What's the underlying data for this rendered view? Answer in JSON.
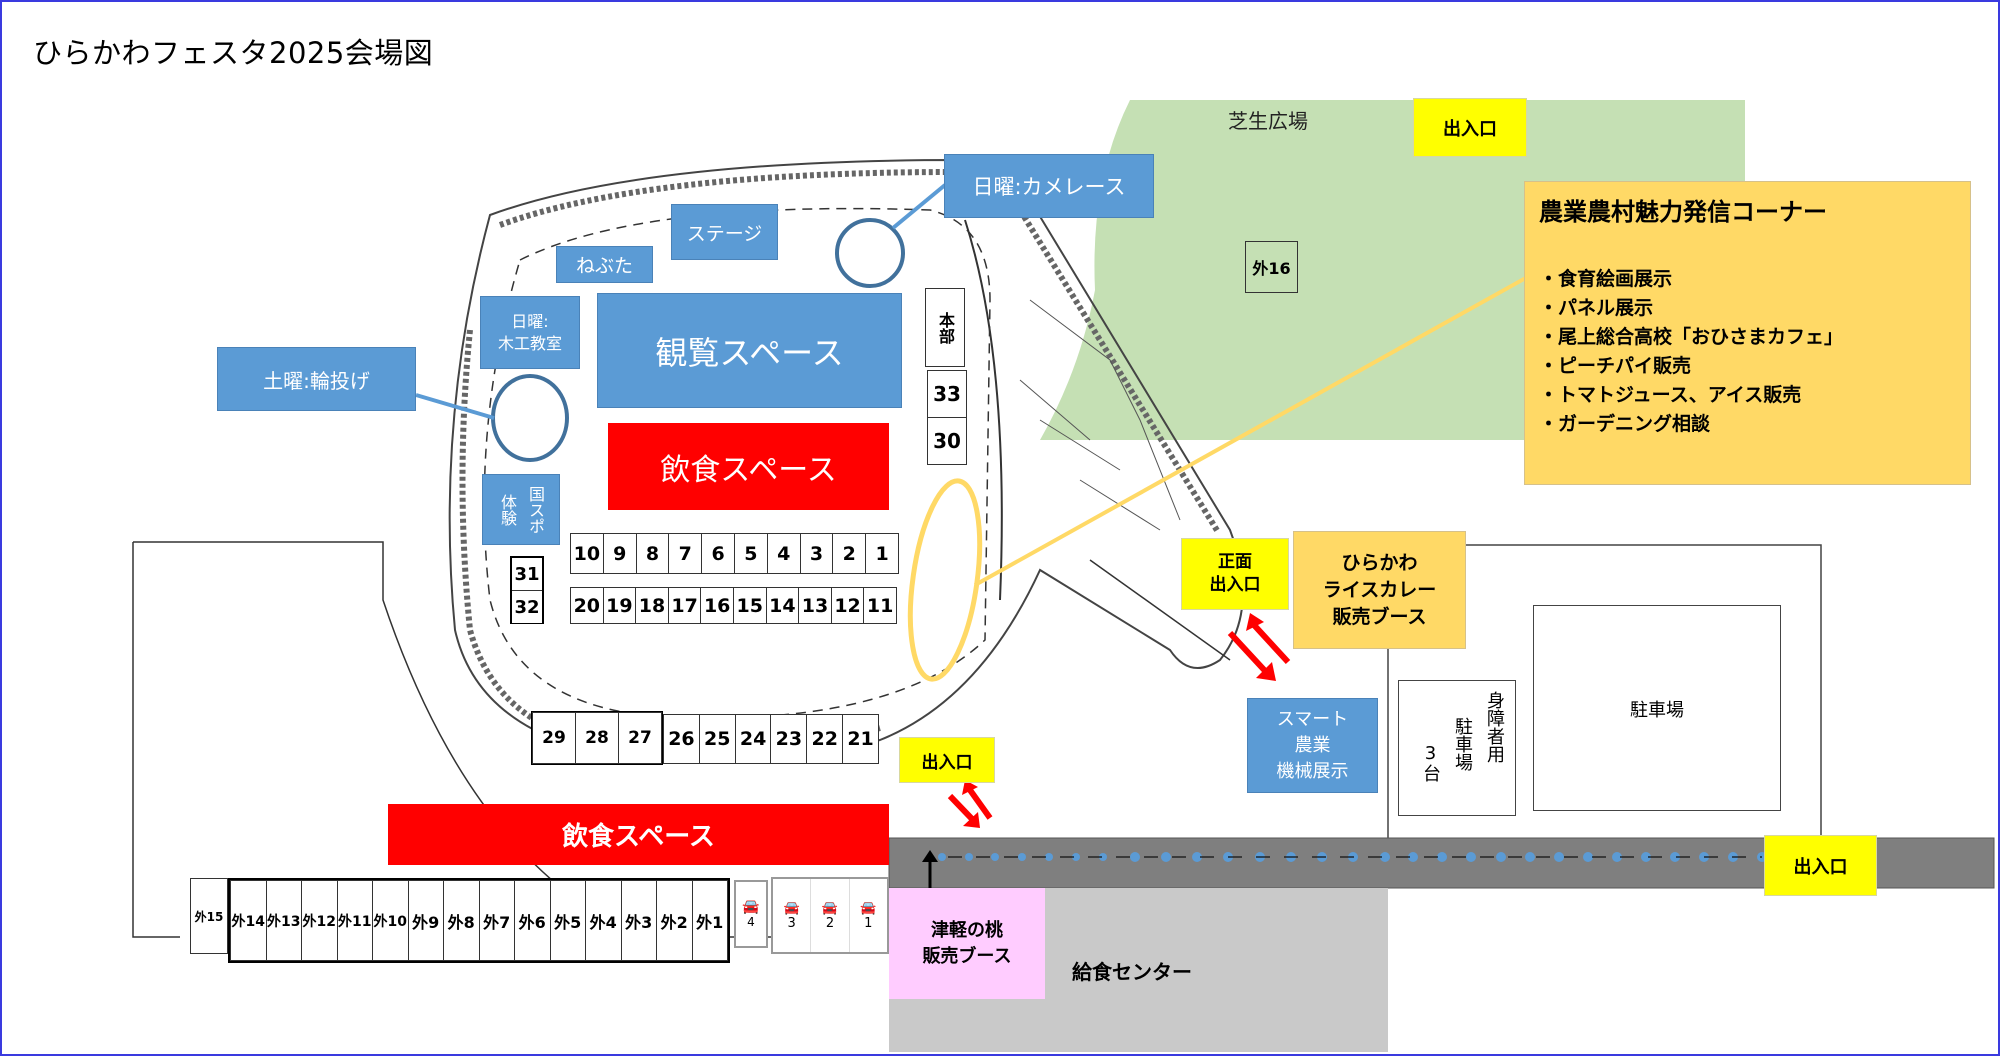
{
  "title": "ひらかわフェスタ2025会場図",
  "colors": {
    "blue_label": "#5b9bd5",
    "red_food": "#ff0000",
    "yellow_entrance": "#ffff00",
    "orange_booth": "#ffd966",
    "green_lawn": "#c5e0b4",
    "road_gray": "#7f7f7f",
    "center_gray": "#c9c9c9",
    "pink_booth": "#ffccff"
  },
  "areas": {
    "lawn": "芝生広場",
    "lawn_stall": "外16",
    "camera_race": "日曜:カメレース",
    "stage": "ステージ",
    "nebuta": "ねぶた",
    "viewing_space": "観覧スペース",
    "woodwork": [
      "日曜:",
      "木工教室"
    ],
    "ring_toss": "土曜:輪投げ",
    "food_space_inner": "飲食スペース",
    "food_space_outer": "飲食スペース",
    "kokuspo": [
      "国スポ",
      "体験"
    ],
    "headquarters": "本部",
    "smart_agri": [
      "スマート",
      "農業",
      "機械展示"
    ],
    "front_entrance": [
      "正面",
      "出入口"
    ],
    "rice_curry": [
      "ひらかわ",
      "ライスカレー",
      "販売ブース"
    ],
    "disabled_parking": [
      "身障者用",
      "駐車場",
      "3台"
    ],
    "parking": "駐車場",
    "lunch_center": "給食センター",
    "peach_booth": [
      "津軽の桃",
      "販売ブース"
    ]
  },
  "entrances": {
    "top": "出入口",
    "lower": "出入口",
    "right": "出入口"
  },
  "agri_corner": {
    "heading": "農業農村魅力発信コーナー",
    "items": [
      "・食育絵画展示",
      "・パネル展示",
      "・尾上総合高校「おひさまカフェ」",
      "・ピーチパイ販売",
      "・トマトジュース、アイス販売",
      "・ガーデニング相談"
    ]
  },
  "stalls": {
    "row1": [
      "10",
      "9",
      "8",
      "7",
      "6",
      "5",
      "4",
      "3",
      "2",
      "1"
    ],
    "row2": [
      "20",
      "19",
      "18",
      "17",
      "16",
      "15",
      "14",
      "13",
      "12",
      "11"
    ],
    "row3a": [
      "29",
      "28",
      "27"
    ],
    "row3b": [
      "26",
      "25",
      "24",
      "23",
      "22",
      "21"
    ],
    "side_left": [
      "31",
      "32"
    ],
    "side_right": [
      "33",
      "30"
    ],
    "outdoor": [
      "外15",
      "外14",
      "外13",
      "外12",
      "外11",
      "外10",
      "外9",
      "外8",
      "外7",
      "外6",
      "外5",
      "外4",
      "外3",
      "外2",
      "外1"
    ],
    "car_single": "4",
    "cars": [
      "3",
      "2",
      "1"
    ]
  }
}
